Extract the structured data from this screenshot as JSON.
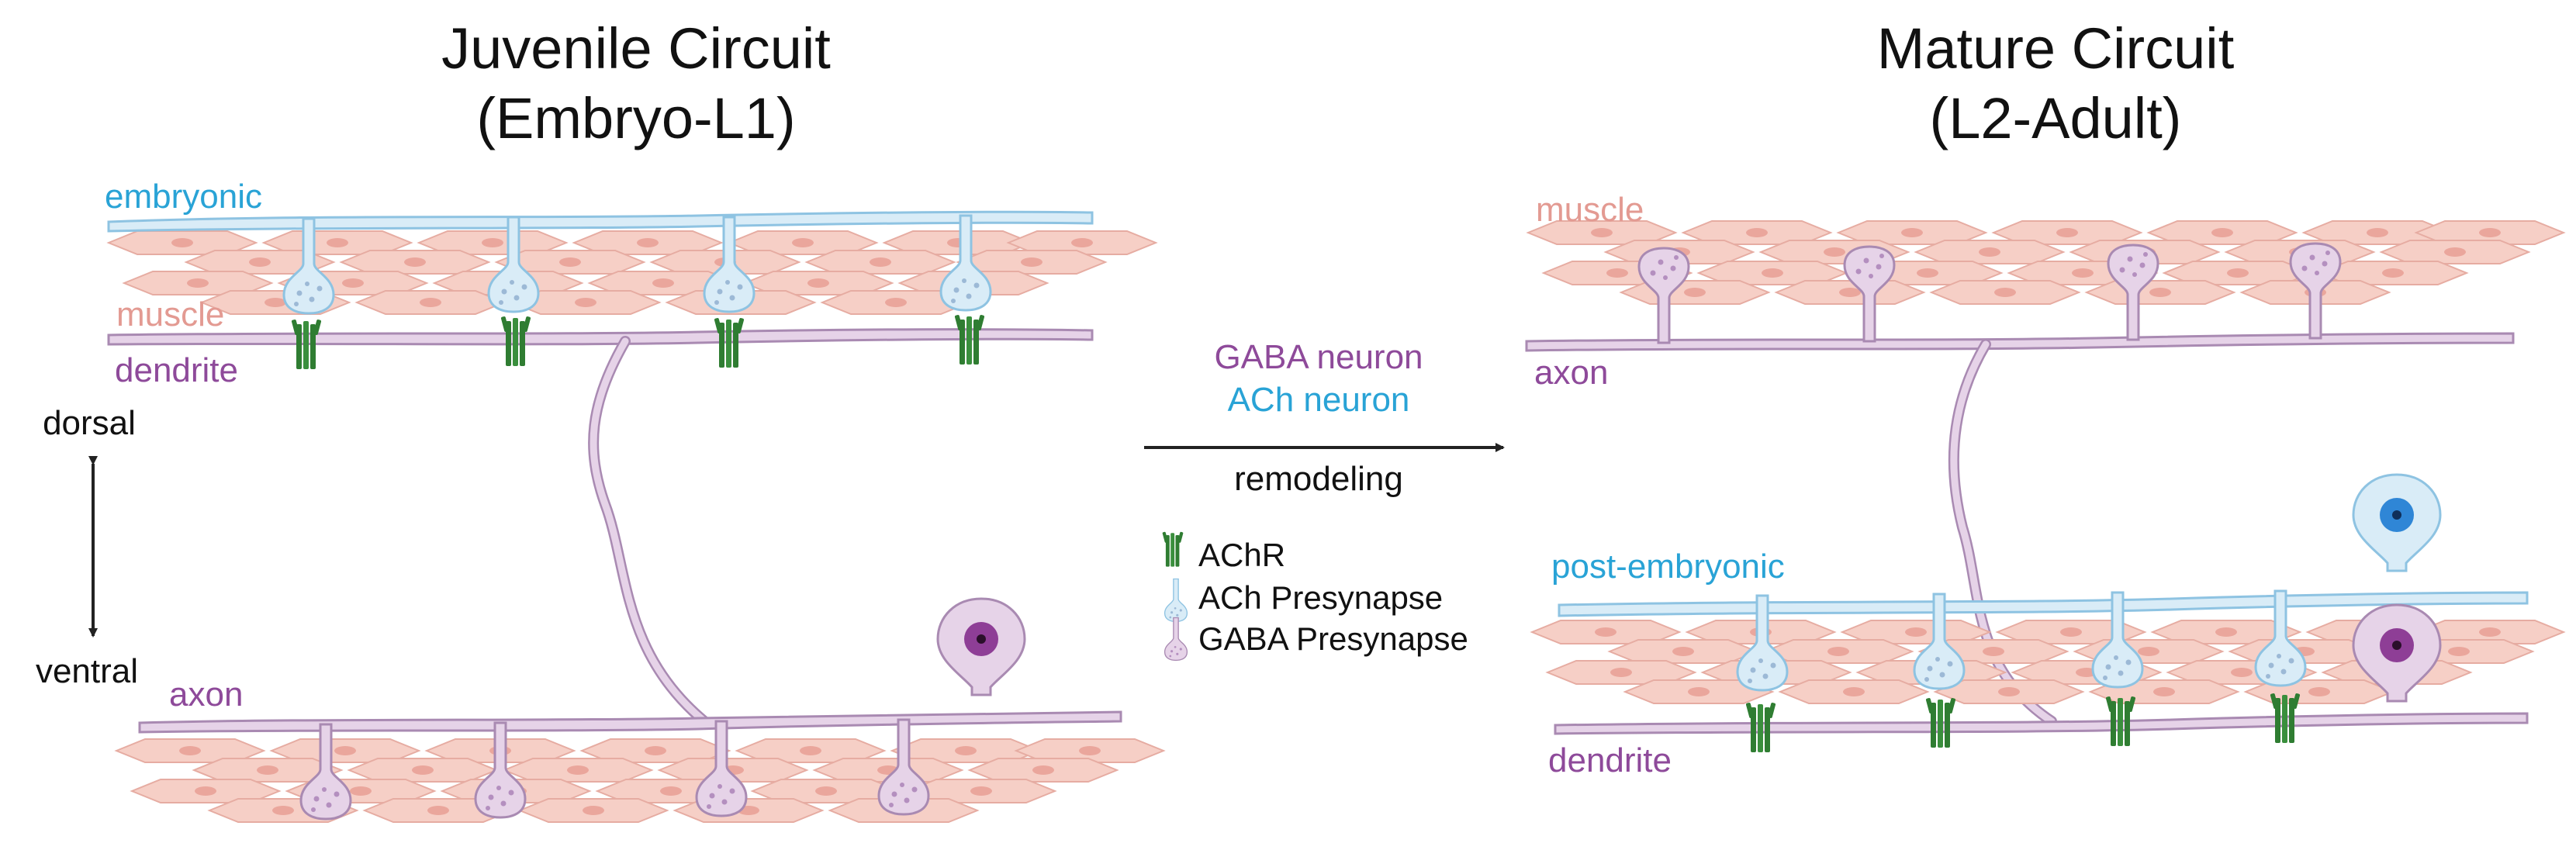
{
  "left_panel": {
    "title_line1": "Juvenile Circuit",
    "title_line2": "(Embryo-L1)",
    "label_embryonic": "embryonic",
    "label_muscle": "muscle",
    "label_dendrite": "dendrite",
    "label_dorsal": "dorsal",
    "label_ventral": "ventral",
    "label_axon": "axon"
  },
  "middle": {
    "gaba_neuron": "GABA neuron",
    "ach_neuron": "ACh neuron",
    "remodeling": "remodeling",
    "legend": {
      "achr": "AChR",
      "ach_presynapse": "ACh Presynapse",
      "gaba_presynapse": "GABA Presynapse"
    }
  },
  "right_panel": {
    "title_line1": "Mature Circuit",
    "title_line2": "(L2-Adult)",
    "label_muscle": "muscle",
    "label_axon": "axon",
    "label_post_embryonic": "post-embryonic",
    "label_dendrite": "dendrite"
  },
  "colors": {
    "gaba": "#8e4a9a",
    "ach": "#29a3d6",
    "muscle_label": "#e39a92",
    "muscle_fill": "#f6cfc6",
    "muscle_stroke": "#e6aca2",
    "muscle_nucleus": "#e9a399",
    "gaba_process": "#e6d3e8",
    "gaba_process_stroke": "#a98ab2",
    "ach_process": "#d9ecf7",
    "ach_process_stroke": "#8ec3e2",
    "achr": "#2f7d32",
    "gaba_soma_nucleus": "#7a1f7a",
    "ach_soma_nucleus": "#1e6fc0",
    "arrow": "#222222"
  },
  "icons": [
    "achr-receptor-icon",
    "ach-presynapse-icon",
    "gaba-presynapse-icon",
    "double-arrow-icon",
    "right-arrow-icon"
  ]
}
